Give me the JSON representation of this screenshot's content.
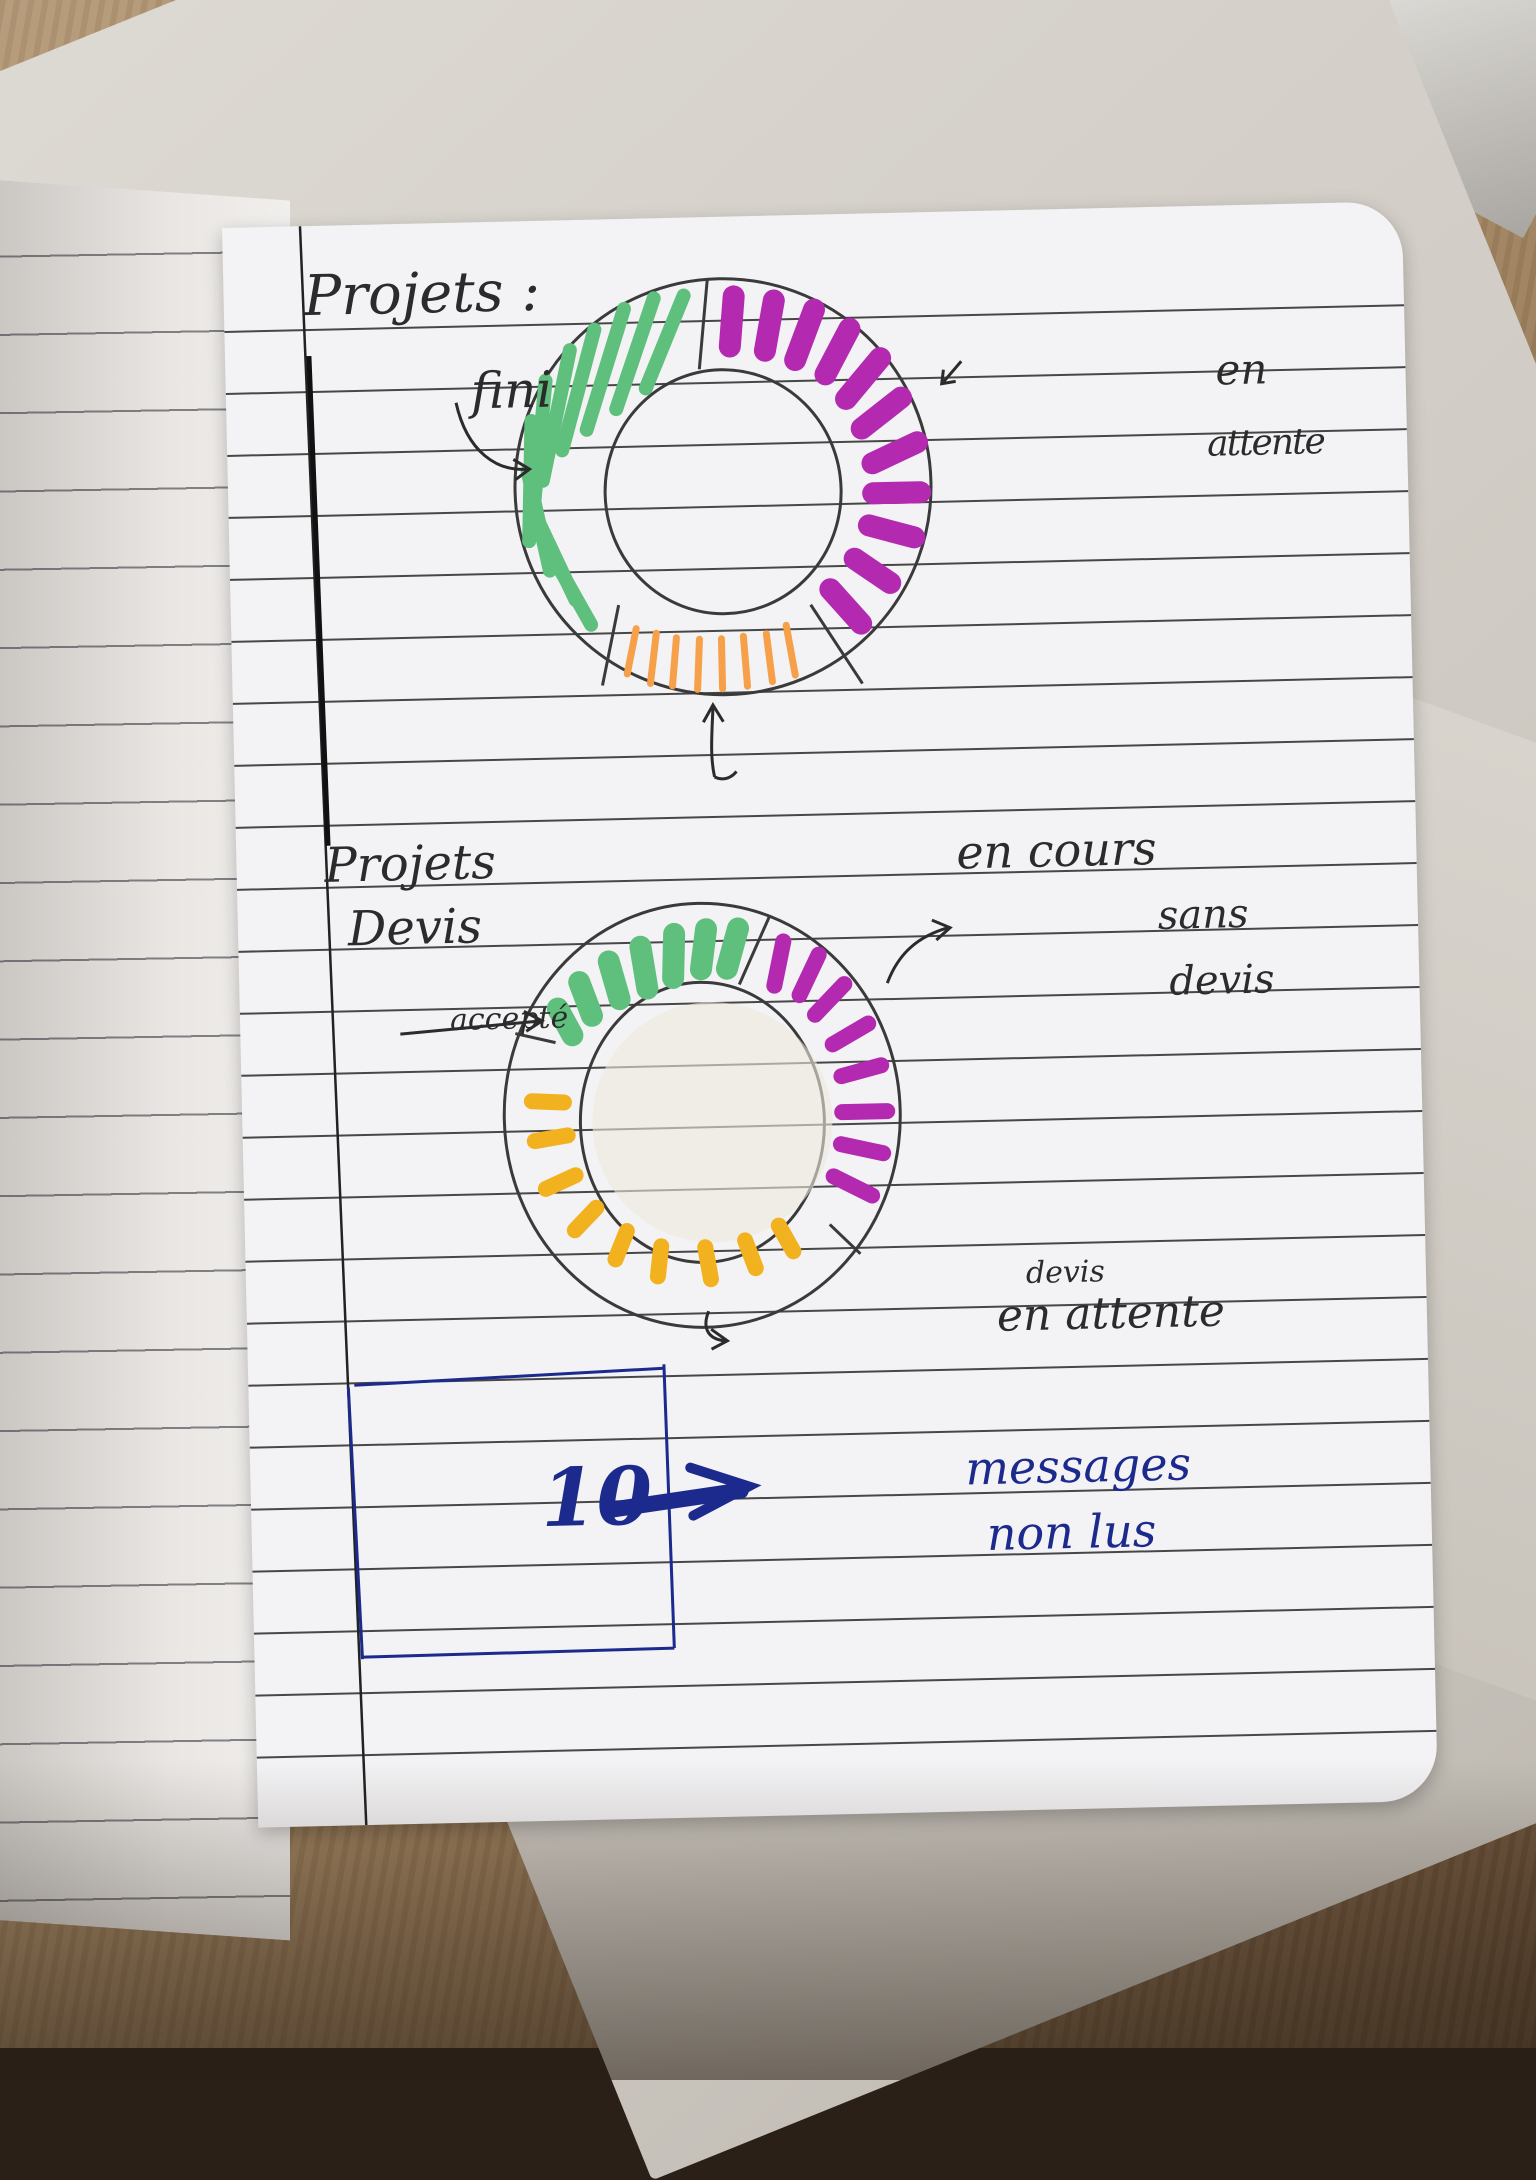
{
  "notebook": {
    "section1": {
      "title": "Projets :",
      "labels": {
        "fini": "fini",
        "en": "en",
        "attente": "attente",
        "en_cours": "en cours"
      },
      "colors": {
        "fini": "#5fbf7d",
        "attente": "#b32ab0",
        "en_cours": "#f7a04a"
      }
    },
    "section2": {
      "title_line1": "Projets",
      "title_line2": "Devis",
      "labels": {
        "accepte": "accepté",
        "sans": "sans",
        "devis": "devis",
        "devis_small": "devis",
        "en_attente": "en attente"
      },
      "colors": {
        "accepte": "#5fbf7d",
        "sans_devis": "#b32ab0",
        "en_attente": "#f2b21f"
      }
    },
    "section3": {
      "count": "10",
      "line1": "messages",
      "line2": "non lus",
      "ink_color": "#1b2a8c"
    }
  }
}
